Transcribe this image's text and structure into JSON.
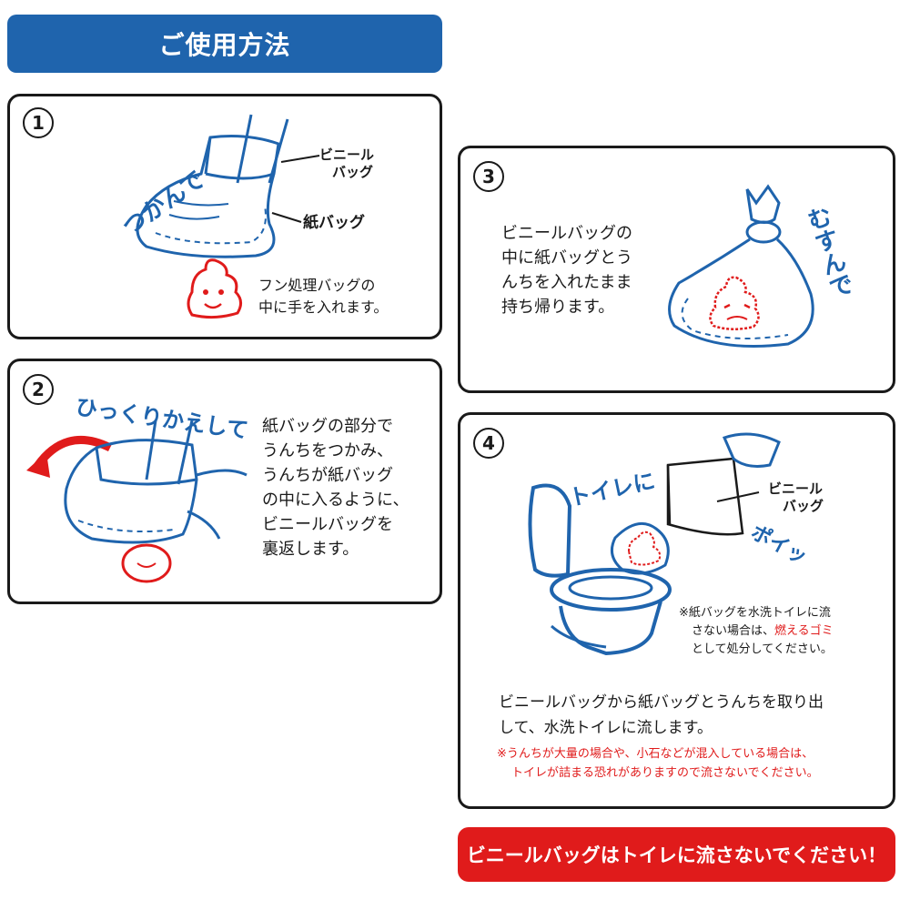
{
  "title": "ご使用方法",
  "steps": [
    {
      "number": "1",
      "lines": [
        "フン処理バッグの",
        "中に手を入れます。"
      ],
      "action_label": "つかんで",
      "label_vinyl": [
        "ビニール",
        "バッグ"
      ],
      "label_paper": "紙バッグ"
    },
    {
      "number": "2",
      "lines": [
        "紙バッグの部分で",
        "うんちをつかみ、",
        "うんちが紙バッグ",
        "の中に入るように、",
        "ビニールバッグを",
        "裏返します。"
      ],
      "action_label": "ひっくりかえして"
    },
    {
      "number": "3",
      "lines": [
        "ビニールバッグの",
        "中に紙バッグとう",
        "んちを入れたまま",
        "持ち帰ります。"
      ],
      "action_label": "むすんで"
    },
    {
      "number": "4",
      "action_label": "トイレに",
      "sound_label": "ポイッ",
      "label_vinyl": [
        "ビニール",
        "バッグ"
      ],
      "note_lines": [
        "※紙バッグを水洗トイレに流",
        "さない場合は、",
        "燃えるゴミ",
        "として処分してください。"
      ],
      "main_lines": [
        "ビニールバッグから紙バッグとうんちを取り出",
        "して、水洗トイレに流します。"
      ],
      "warning_lines": [
        "※うんちが大量の場合や、小石などが混入している場合は、",
        "トイレが詰まる恐れがありますので流さないでください。"
      ]
    }
  ],
  "footer_warning": "ビニールバッグはトイレに流さないでください！",
  "colors": {
    "blue": "#1f64ad",
    "red": "#e01b1b",
    "line": "#1a1a1a"
  }
}
